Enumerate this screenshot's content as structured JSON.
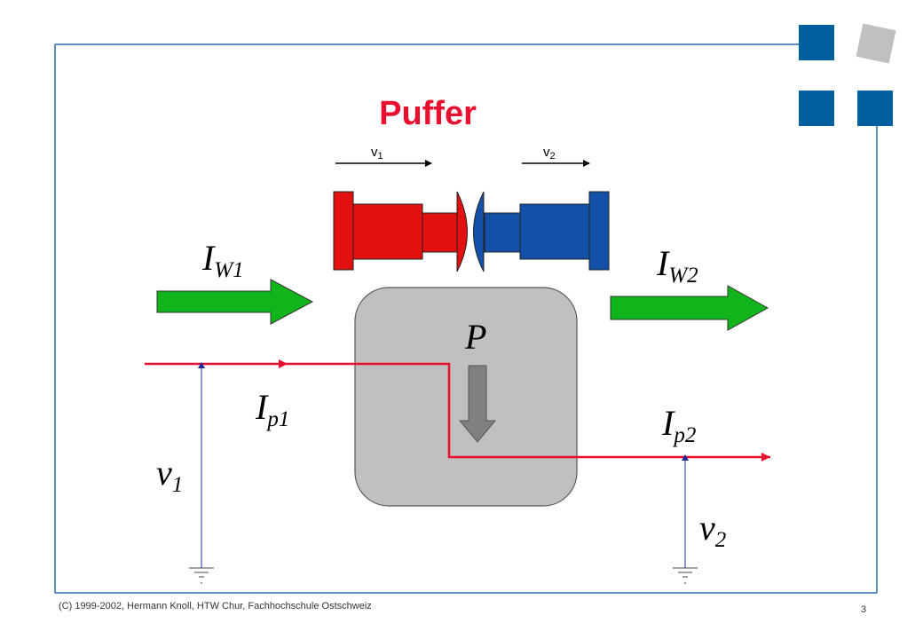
{
  "title": "Puffer",
  "piston_labels": {
    "v1_main": "v",
    "v1_sub": "1",
    "v2_main": "v",
    "v2_sub": "2"
  },
  "symbols": {
    "iw1_main": "I",
    "iw1_sub": "W1",
    "iw2_main": "I",
    "iw2_sub": "W2",
    "p": "P",
    "ip1_main": "I",
    "ip1_sub": "p1",
    "ip2_main": "I",
    "ip2_sub": "p2",
    "v1_main": "v",
    "v1_sub": "1",
    "v2_main": "v",
    "v2_sub": "2"
  },
  "footer": {
    "copyright": "(C) 1999-2002,  Hermann Knoll, HTW Chur, Fachhochschule Ostschweiz",
    "page_number": "3"
  },
  "colors": {
    "accent_blue": "#0060a0",
    "accent_gray": "#c0c0c0",
    "title_red": "#e8102e",
    "flow_green": "#11b51b",
    "line_red": "#e8102e",
    "buffer_gray": "#c0c0c0",
    "piston_red": "#e31010",
    "piston_blue": "#1450a8"
  }
}
